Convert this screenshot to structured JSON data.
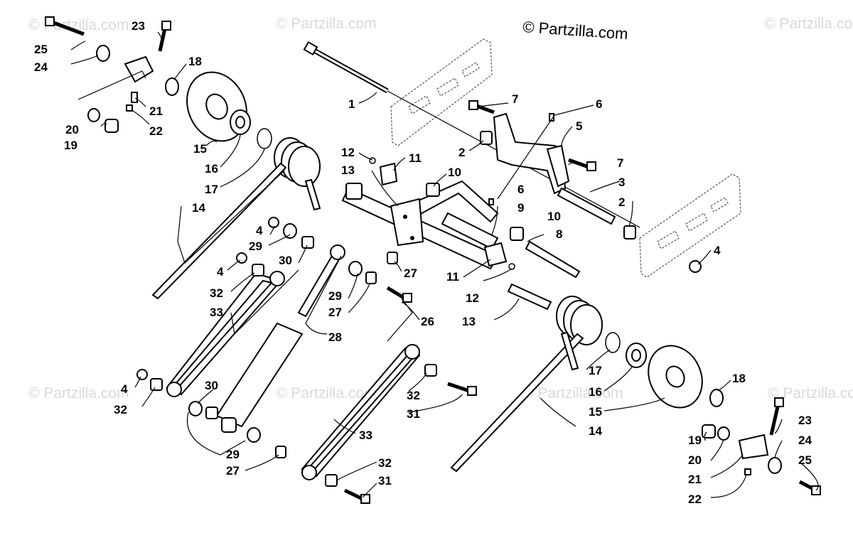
{
  "credit": "© Partzilla.com",
  "watermark": "© Partzilla.com",
  "callouts": [
    "1",
    "2",
    "3",
    "4",
    "5",
    "6",
    "7",
    "8",
    "9",
    "10",
    "11",
    "12",
    "13",
    "14",
    "15",
    "16",
    "17",
    "18",
    "19",
    "20",
    "21",
    "22",
    "23",
    "24",
    "25",
    "26",
    "27",
    "28",
    "29",
    "30",
    "31",
    "32",
    "33"
  ],
  "colors": {
    "line": "#000000",
    "watermark": "#d9d9d9",
    "background": "#ffffff"
  }
}
